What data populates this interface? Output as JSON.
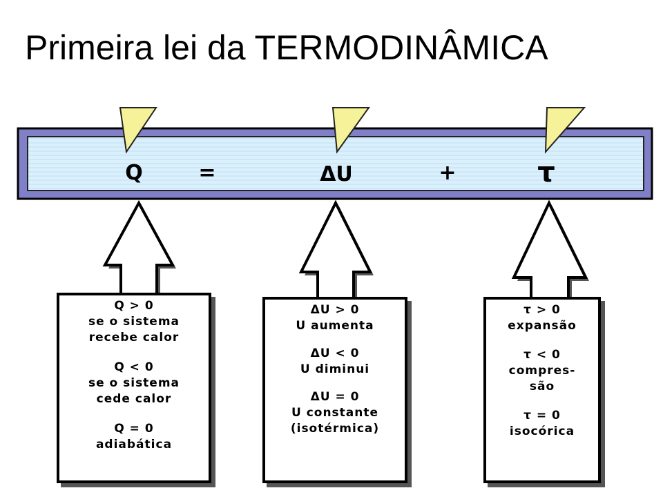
{
  "title": "Primeira lei da TERMODINÂMICA",
  "equation": {
    "heat": "Q",
    "equals": "=",
    "delta_u": "ΔU",
    "plus": "+",
    "work": "τ"
  },
  "boxes": [
    {
      "conditions": [
        {
          "expr": "Q > 0",
          "lines": [
            "se o sistema",
            "recebe calor"
          ]
        },
        {
          "expr": "Q < 0",
          "lines": [
            "se o sistema",
            "cede calor"
          ]
        },
        {
          "expr": "Q = 0",
          "lines": [
            "adiabática"
          ]
        }
      ]
    },
    {
      "conditions": [
        {
          "expr": "ΔU > 0",
          "lines": [
            "U aumenta"
          ]
        },
        {
          "expr": "ΔU < 0",
          "lines": [
            "U diminui"
          ]
        },
        {
          "expr": "ΔU = 0",
          "lines": [
            "U constante",
            "(isotérmica)"
          ]
        }
      ]
    },
    {
      "conditions": [
        {
          "expr": "τ > 0",
          "lines": [
            "expansão"
          ]
        },
        {
          "expr": "τ < 0",
          "lines": [
            "compres-",
            "são"
          ]
        },
        {
          "expr": "τ = 0",
          "lines": [
            "isocórica"
          ]
        }
      ]
    }
  ],
  "colors": {
    "bar_fill": "#dcf0fc",
    "bar_stripe": "#c8e6fa",
    "bar_shadow": "#8080c8",
    "pointer_fill": "#f6f29a",
    "shadow": "#555555"
  }
}
